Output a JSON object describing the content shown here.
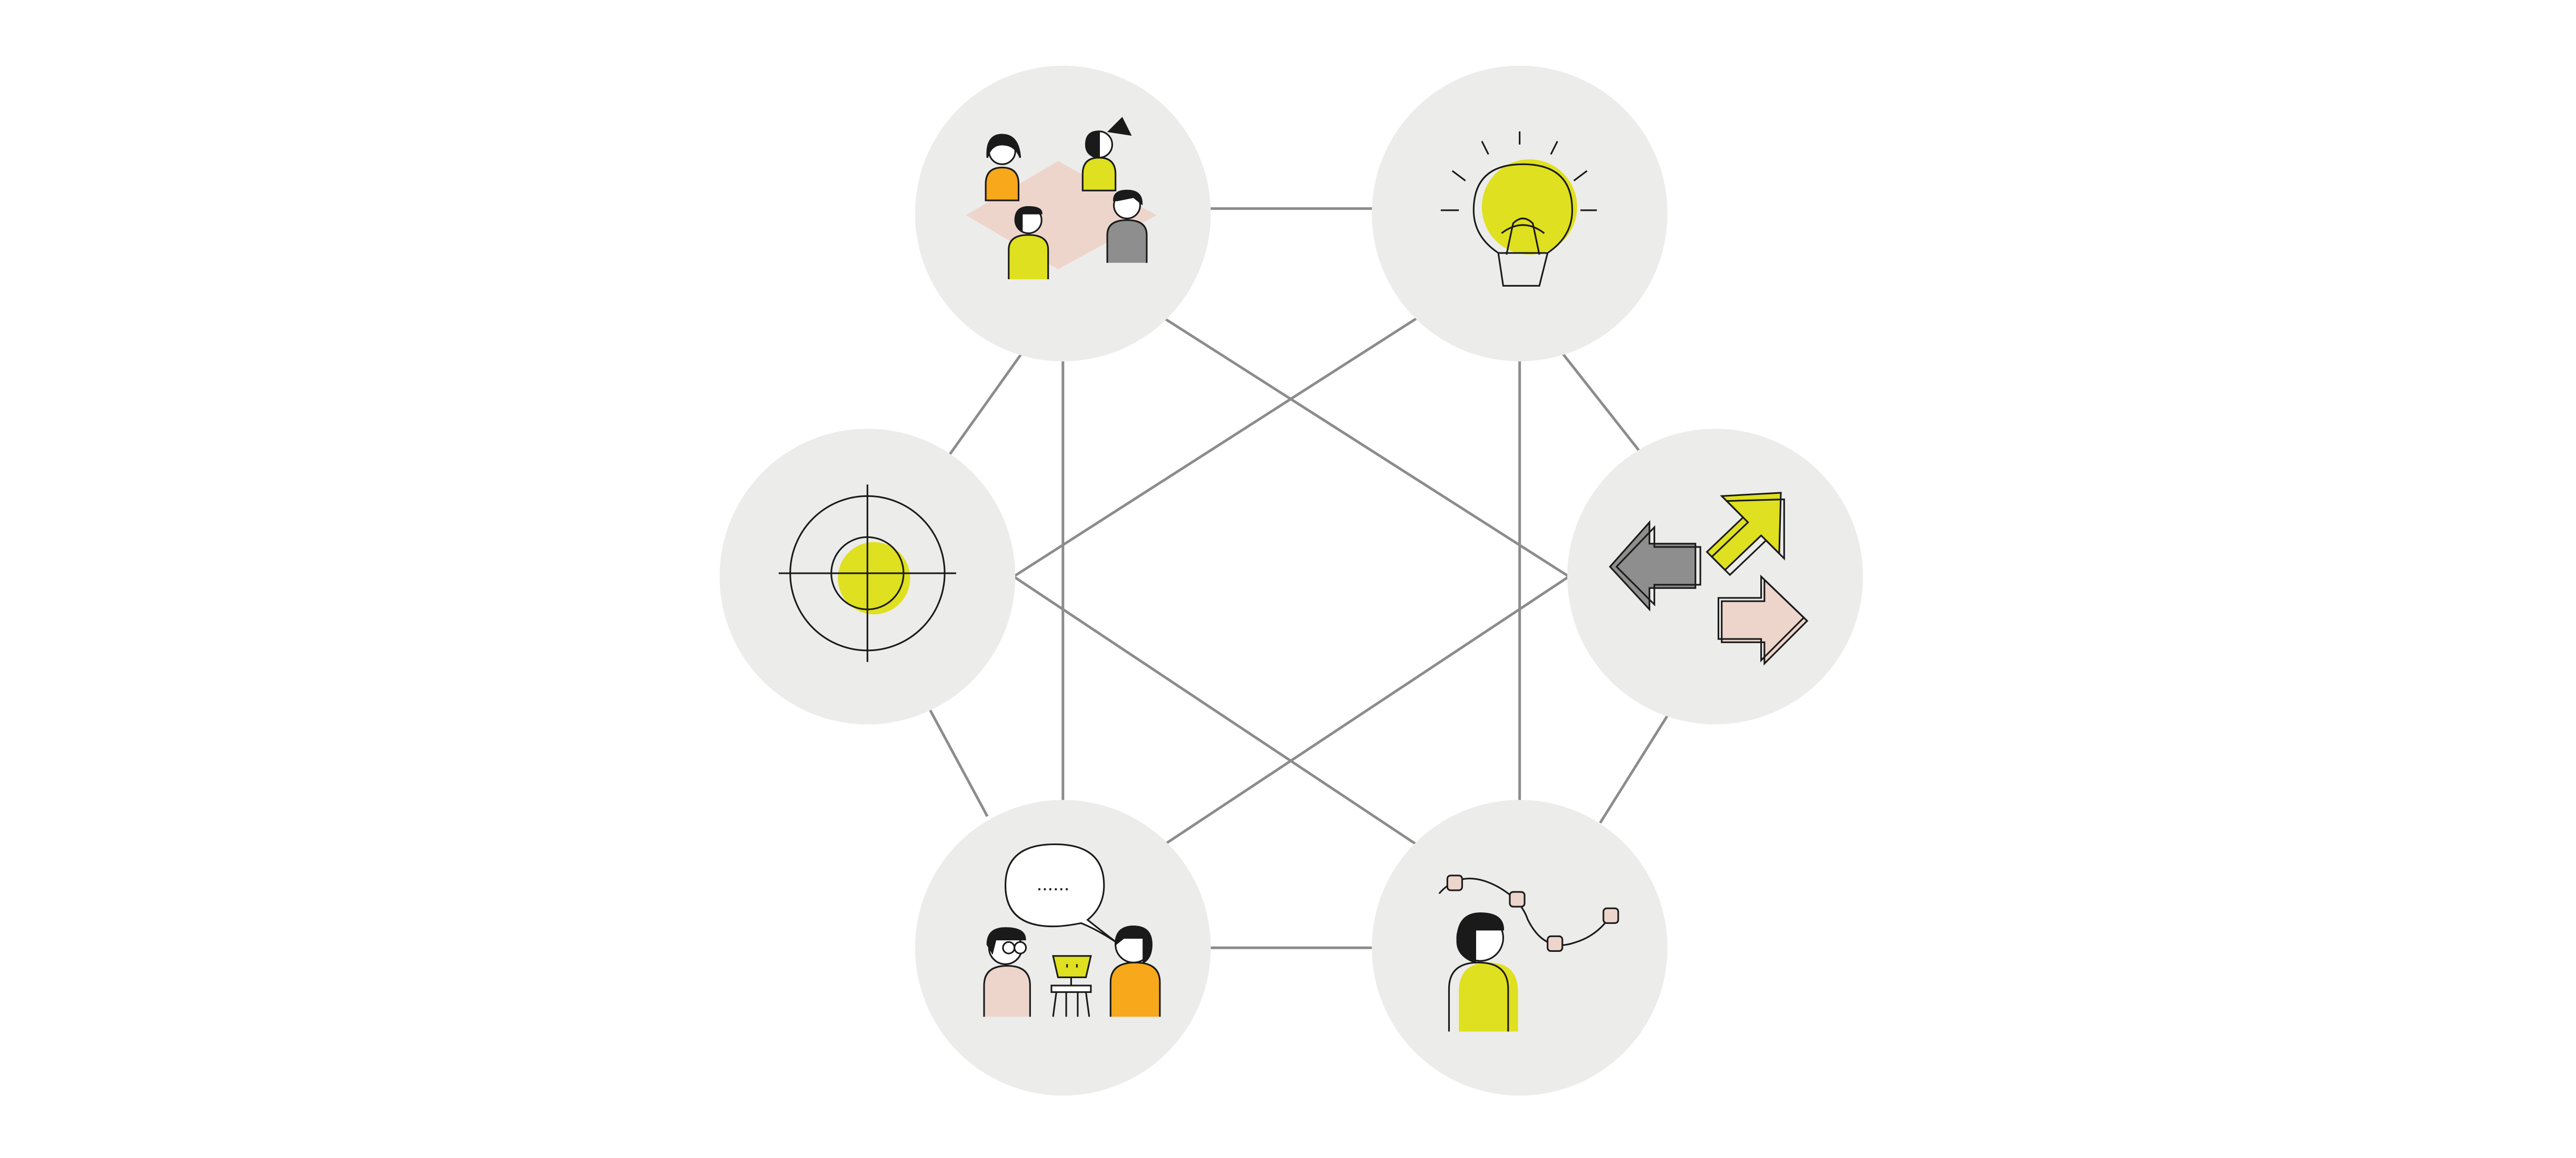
{
  "colors": {
    "background": "#ffffff",
    "node_fill": "#ececeb",
    "edge": "#8c8c8c",
    "ink": "#1a1a1a",
    "yellow": "#dfe01f",
    "orange": "#f7a81b",
    "pink": "#eed5cc",
    "gray": "#8e8e8e"
  },
  "diagram": {
    "nodes": [
      {
        "id": "team-collaboration",
        "icon": "team-around-table-icon"
      },
      {
        "id": "idea",
        "icon": "lightbulb-icon"
      },
      {
        "id": "target",
        "icon": "target-crosshair-icon"
      },
      {
        "id": "direction",
        "icon": "direction-arrows-icon"
      },
      {
        "id": "conversation",
        "icon": "conversation-people-icon"
      },
      {
        "id": "journey",
        "icon": "person-path-icon"
      }
    ],
    "edges": [
      [
        "team-collaboration",
        "idea"
      ],
      [
        "idea",
        "direction"
      ],
      [
        "direction",
        "journey"
      ],
      [
        "journey",
        "conversation"
      ],
      [
        "conversation",
        "target"
      ],
      [
        "target",
        "team-collaboration"
      ],
      [
        "team-collaboration",
        "conversation"
      ],
      [
        "idea",
        "journey"
      ],
      [
        "team-collaboration",
        "direction"
      ],
      [
        "idea",
        "target"
      ],
      [
        "target",
        "journey"
      ],
      [
        "direction",
        "conversation"
      ]
    ],
    "speech_bubble_text": "......"
  }
}
